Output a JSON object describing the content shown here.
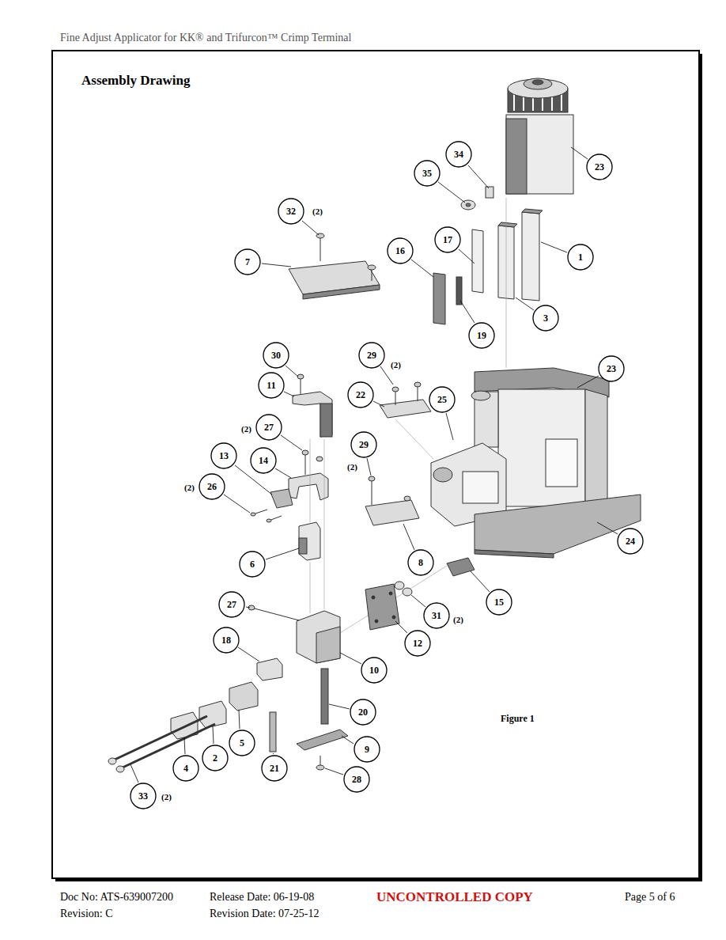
{
  "diagram": {
    "title": "Assembly Drawing",
    "nodes": [
      {
        "text": [
          "34"
        ]
      },
      {
        "text": [
          "35"
        ]
      },
      {
        "text": [
          "23"
        ]
      },
      {
        "text": [
          "32"
        ]
      },
      {
        "text": [
          "7"
        ]
      },
      {
        "text": [
          "16"
        ]
      },
      {
        "text": [
          "17"
        ]
      },
      {
        "text": [
          "1"
        ]
      },
      {
        "text": [
          "3"
        ]
      },
      {
        "text": [
          "19"
        ]
      },
      {
        "text": [
          "30"
        ]
      },
      {
        "text": [
          "11"
        ]
      },
      {
        "text": [
          "29"
        ]
      },
      {
        "text": [
          "22"
        ]
      },
      {
        "text": [
          "25"
        ]
      },
      {
        "text": [
          "23"
        ]
      },
      {
        "text": [
          "27"
        ]
      },
      {
        "text": [
          "13"
        ]
      },
      {
        "text": [
          "14"
        ]
      },
      {
        "text": [
          "26"
        ]
      },
      {
        "text": [
          "29"
        ]
      },
      {
        "text": [
          "6"
        ]
      },
      {
        "text": [
          "8"
        ]
      },
      {
        "text": [
          "24"
        ]
      },
      {
        "text": [
          "27"
        ]
      },
      {
        "text": [
          "15"
        ]
      },
      {
        "text": [
          "31"
        ]
      },
      {
        "text": [
          "12"
        ]
      },
      {
        "text": [
          "18"
        ]
      },
      {
        "text": [
          "10"
        ]
      },
      {
        "text": [
          "20"
        ]
      },
      {
        "text": [
          "5"
        ]
      },
      {
        "text": [
          "9"
        ]
      },
      {
        "text": [
          "2"
        ]
      },
      {
        "text": [
          "4"
        ]
      },
      {
        "text": [
          "21"
        ]
      },
      {
        "text": [
          "28"
        ]
      },
      {
        "text": [
          "33"
        ]
      }
    ],
    "labels": [
      "Fine Adjust Applicator for KK® and Trifurcon™ Crimp Terminal",
      "(2)",
      "(2)",
      "(2)",
      "(2)",
      "(2)",
      "(2)",
      "(2)",
      "Figure 1",
      "Doc No: ATS-639007200",
      "Revision: C",
      "Release Date: 06-19-08",
      "Revision Date: 07-25-12",
      "UNCONTROLLED COPY",
      "Page 5 of 6"
    ]
  }
}
